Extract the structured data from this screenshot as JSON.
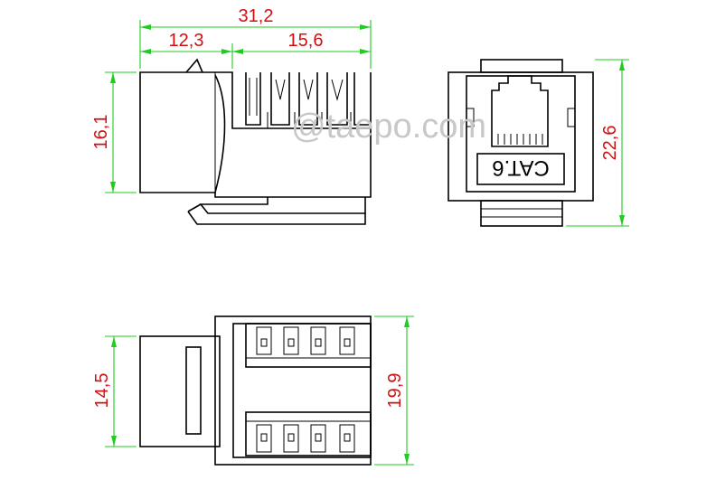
{
  "dimensions": {
    "total_length": "31,2",
    "front_length": "12,3",
    "rear_length": "15,6",
    "side_height": "16,1",
    "front_height": "22,6",
    "bottom_width_front": "14,5",
    "bottom_width_body": "19,9"
  },
  "label": "CAT.6",
  "watermark": "@taepo.com",
  "colors": {
    "outline": "#000000",
    "dimension_line": "#1fcc1f",
    "dimension_text": "#d01010",
    "watermark": "#c8c8c8"
  }
}
